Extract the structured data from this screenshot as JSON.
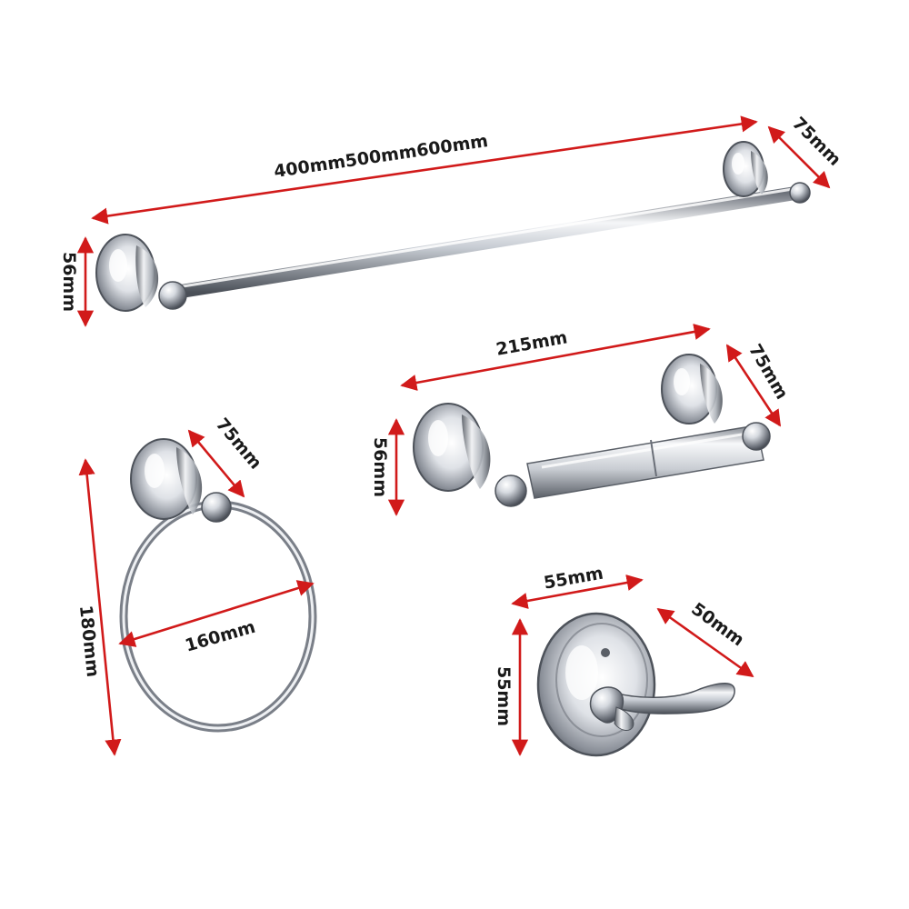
{
  "colors": {
    "dimension_arrow": "#d11a1a",
    "dimension_text": "#1a1a1a",
    "chrome_light": "#f7f8fa",
    "chrome_mid": "#b9bec6",
    "chrome_dark": "#4b5059",
    "background": "#ffffff"
  },
  "products": {
    "towel_bar": {
      "length_label": "400mm500mm600mm",
      "mount_height_label": "56mm",
      "projection_label": "75mm"
    },
    "paper_holder": {
      "width_label": "215mm",
      "mount_height_label": "56mm",
      "projection_label": "75mm"
    },
    "towel_ring": {
      "height_label": "180mm",
      "diameter_label": "160mm",
      "projection_label": "75mm"
    },
    "robe_hook": {
      "base_width_label": "55mm",
      "base_height_label": "55mm",
      "projection_label": "50mm"
    }
  }
}
